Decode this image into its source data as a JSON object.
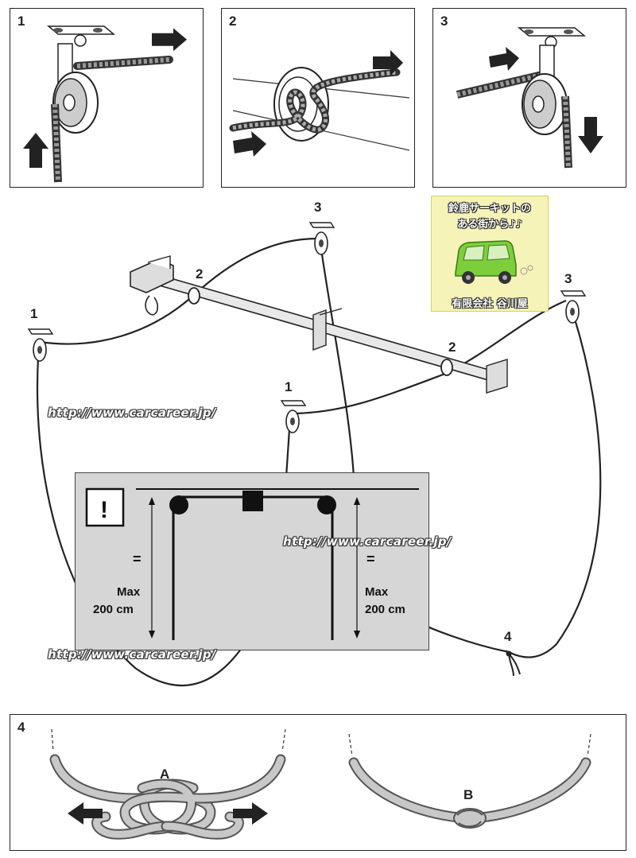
{
  "panels": {
    "p1": {
      "number": "1"
    },
    "p2": {
      "number": "2"
    },
    "p3": {
      "number": "3"
    },
    "p4": {
      "number": "4"
    }
  },
  "main_labels": {
    "pulley_left_1": "1",
    "pulley_right_1": "1",
    "bracket_2_left": "2",
    "bracket_2_right": "2",
    "pulley_3_left": "3",
    "pulley_3_right": "3",
    "knot_4": "4"
  },
  "warning_box": {
    "icon": "!",
    "eq_left": "=",
    "eq_right": "=",
    "max_left": "Max",
    "dist_left": "200 cm",
    "max_right": "Max",
    "dist_right": "200 cm"
  },
  "knot_panel": {
    "label_a": "A",
    "label_b": "B"
  },
  "watermarks": [
    "http://www.carcareer.jp/",
    "http://www.carcareer.jp/",
    "http://www.carcareer.jp/"
  ],
  "ad": {
    "line1": "鈴鹿サーキットの",
    "line2": "ある街から♪♪",
    "line3": "有限会社 谷川屋",
    "colors": {
      "background": "#f6f3b9",
      "car": "#7ccf3a"
    }
  }
}
